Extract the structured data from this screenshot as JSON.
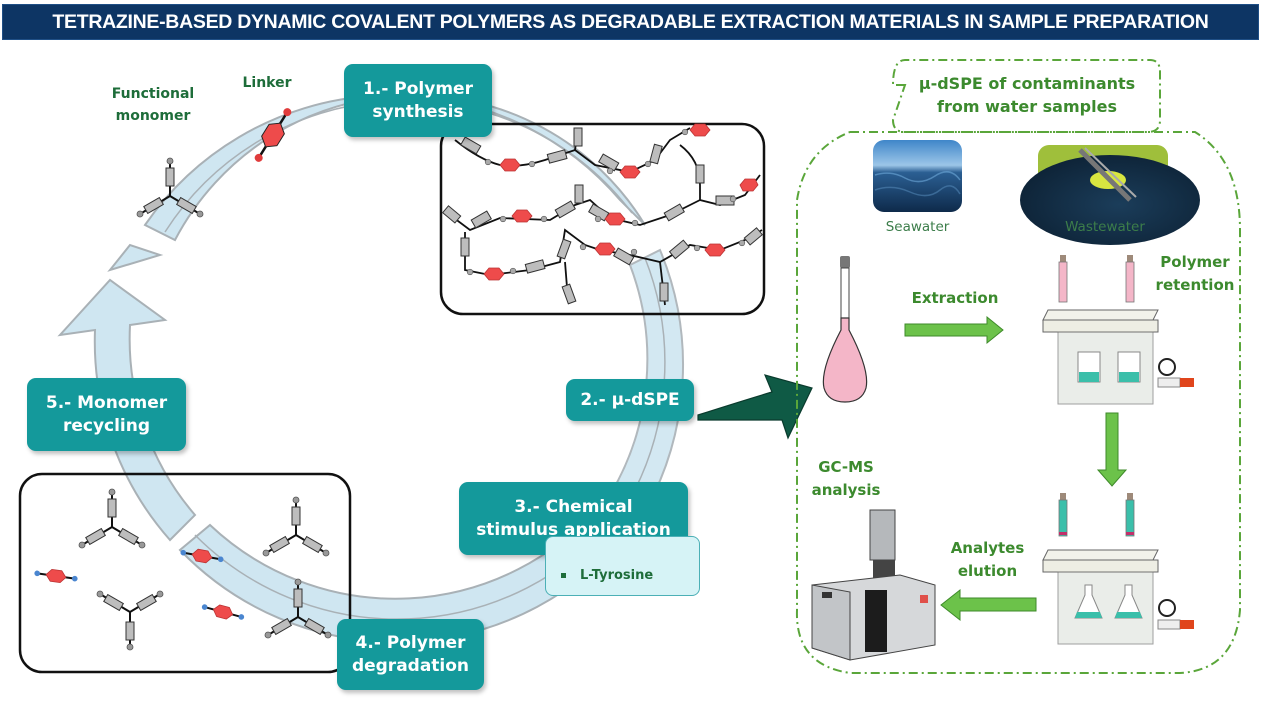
{
  "title": "TETRAZINE-BASED DYNAMIC COVALENT POLYMERS AS DEGRADABLE EXTRACTION MATERIALS IN SAMPLE PREPARATION",
  "cycle": {
    "steps": [
      {
        "line1": "1.- Polymer",
        "line2": "synthesis"
      },
      {
        "line1": "2.- µ-dSPE",
        "line2": ""
      },
      {
        "line1": "3.- Chemical",
        "line2": "stimulus application"
      },
      {
        "line1": "4.- Polymer",
        "line2": "degradation"
      },
      {
        "line1": "5.- Monomer",
        "line2": "recycling"
      }
    ],
    "labels": {
      "functional_monomer_1": "Functional",
      "functional_monomer_2": "monomer",
      "linker": "Linker"
    },
    "stimulus_items": [
      "L-Tyrosine"
    ]
  },
  "workflow": {
    "header_1": "µ-dSPE of contaminants",
    "header_2": "from water samples",
    "samples": [
      "Seawater",
      "Wastewater"
    ],
    "extraction": "Extraction",
    "polymer_retention_1": "Polymer",
    "polymer_retention_2": "retention",
    "analytes_elution_1": "Analytes",
    "analytes_elution_2": "elution",
    "gcms_1": "GC-MS",
    "gcms_2": "analysis"
  },
  "colors": {
    "banner": "#0d3564",
    "step_box": "#14999b",
    "cycle_arrow": "#cfe6f1",
    "dark_green_arrow": "#0f5a45",
    "process_arrow": "#6cc24a",
    "label_green": "#1e6d3a",
    "linker_red": "#ee4b4b"
  }
}
